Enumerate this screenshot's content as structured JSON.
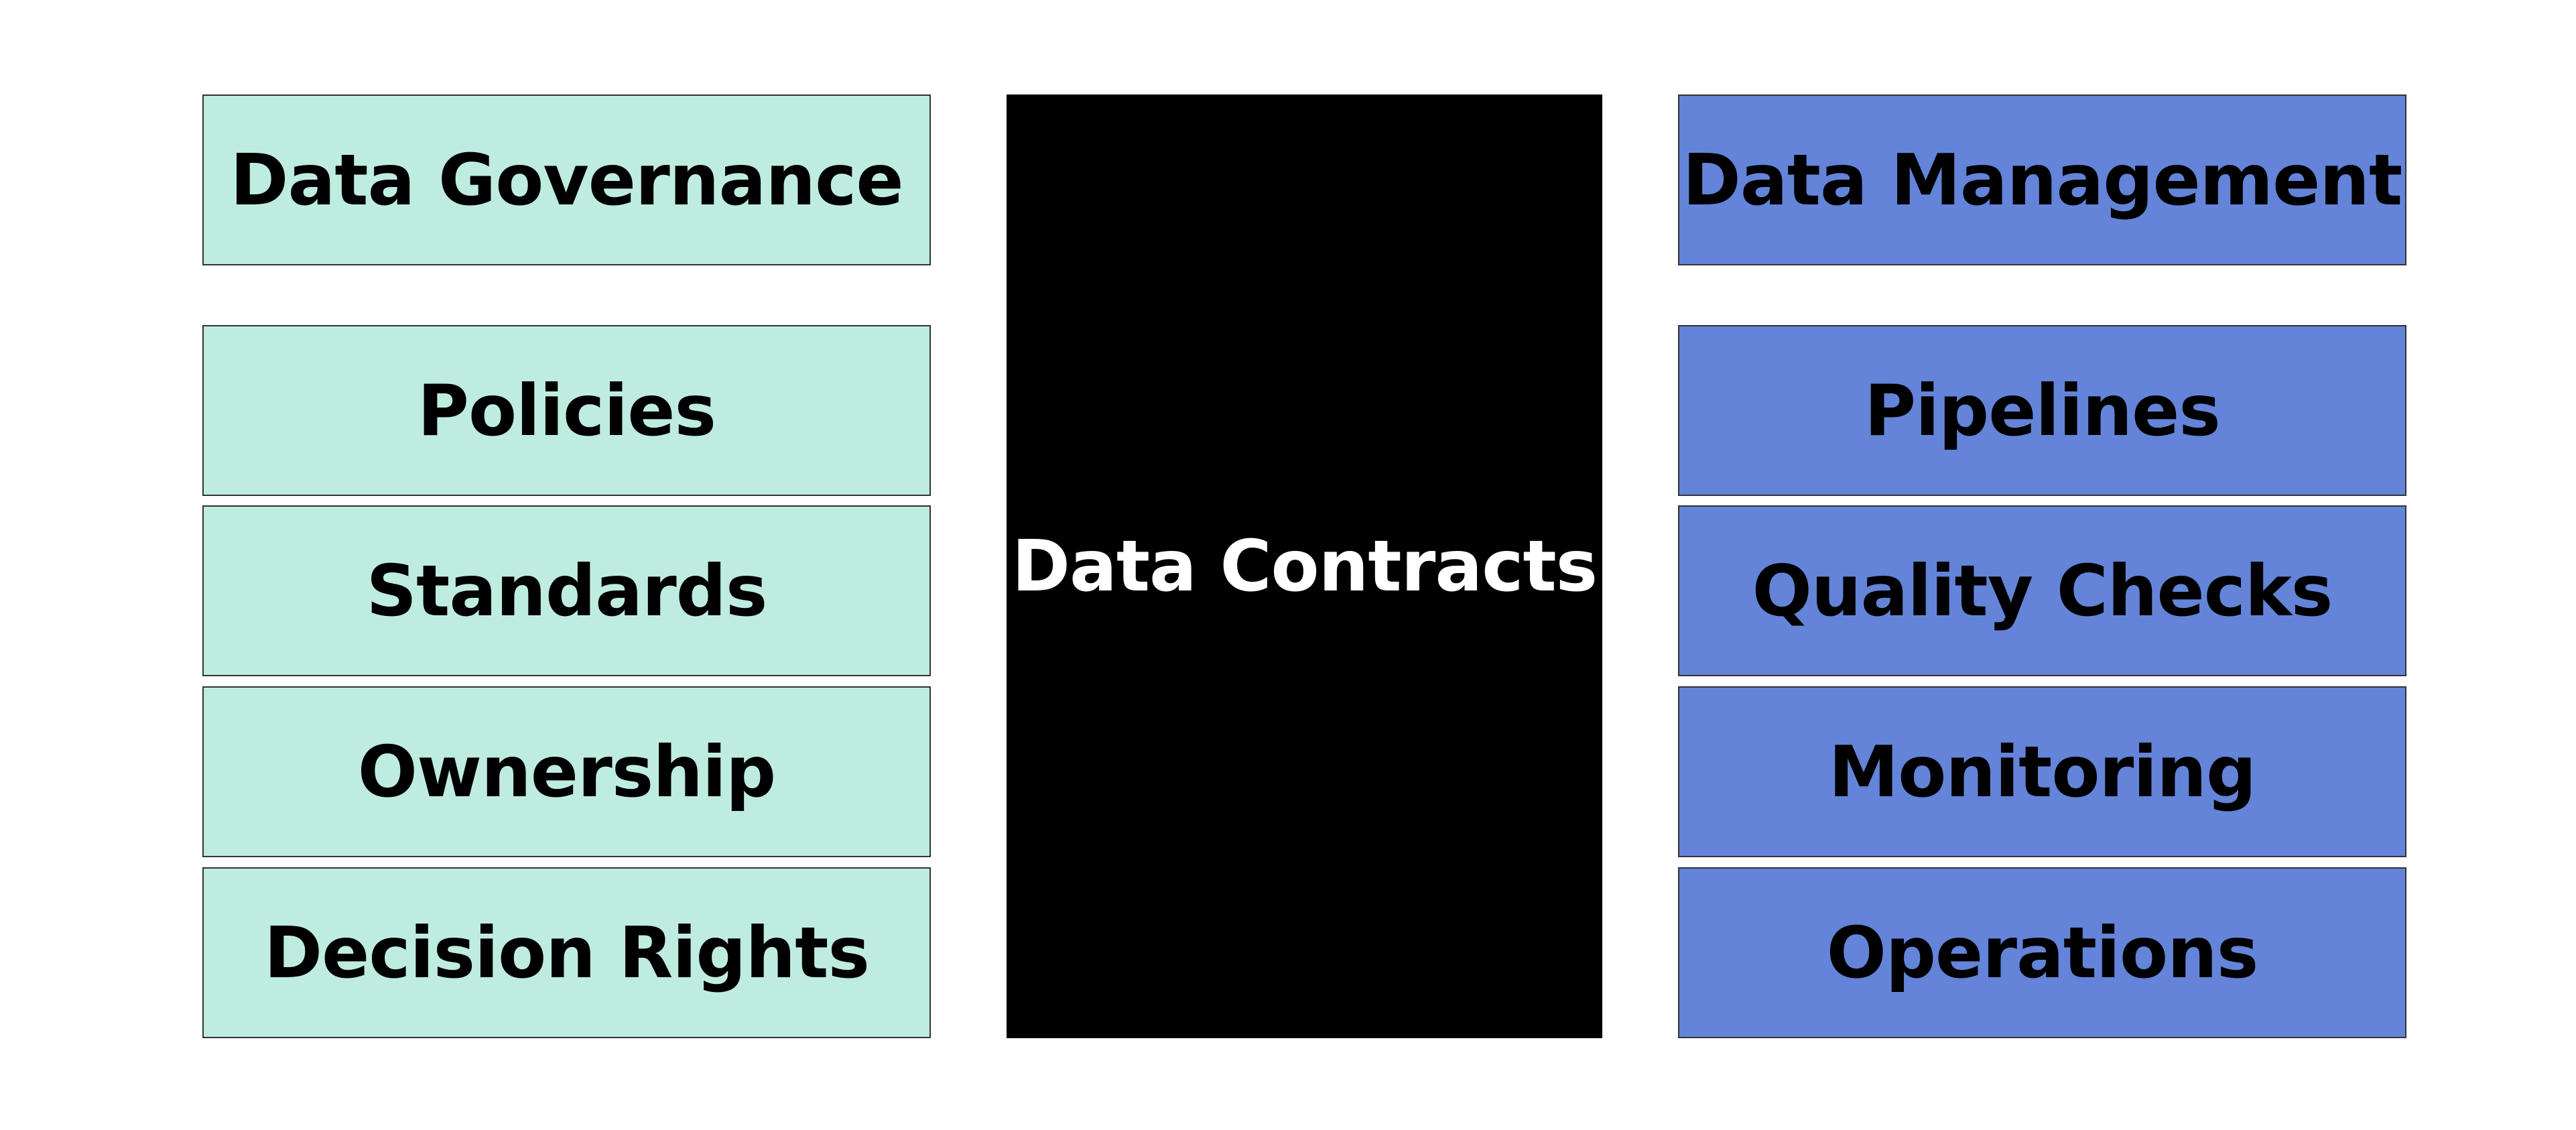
{
  "colors": {
    "governance_fill": "#BFECE1",
    "management_fill": "#6384D8",
    "center_fill": "#000000",
    "center_text": "#FFFFFF",
    "text": "#000000",
    "border": "#333333"
  },
  "governance": {
    "title": "Data Governance",
    "items": [
      {
        "label": "Policies"
      },
      {
        "label": "Standards"
      },
      {
        "label": "Ownership"
      },
      {
        "label": "Decision Rights"
      }
    ]
  },
  "center": {
    "label": "Data Contracts"
  },
  "management": {
    "title": "Data Management",
    "items": [
      {
        "label": "Pipelines"
      },
      {
        "label": "Quality Checks"
      },
      {
        "label": "Monitoring"
      },
      {
        "label": "Operations"
      }
    ]
  }
}
